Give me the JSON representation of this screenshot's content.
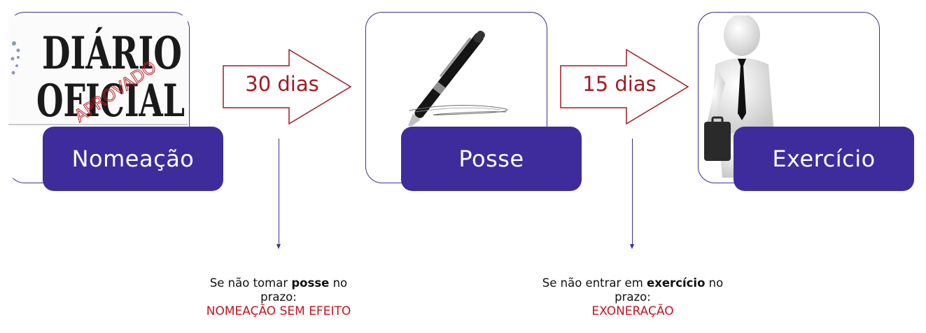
{
  "steps": [
    {
      "label": "Nomeação",
      "image": "diario-oficial-aprovado-image"
    },
    {
      "label": "Posse",
      "image": "pen-signature-image"
    },
    {
      "label": "Exercício",
      "image": "businessman-briefcase-image"
    }
  ],
  "newspaper": {
    "line1": "DIÁRIO",
    "line2": "OFICIAL",
    "stamp": "APROVADO"
  },
  "arrows": [
    {
      "text": "30 dias"
    },
    {
      "text": "15 dias"
    }
  ],
  "notes": [
    {
      "pre": "Se não tomar ",
      "bold": "posse",
      "post": " no",
      "line2": "prazo:",
      "result": "NOMEAÇÃO SEM EFEITO"
    },
    {
      "pre": "Se não entrar em ",
      "bold": "exercício",
      "post": " no",
      "line2": "prazo:",
      "result": "EXONERAÇÃO"
    }
  ],
  "colors": {
    "purple": "#3e2c9c",
    "red": "#a31a22",
    "outline": "#3a3093"
  }
}
